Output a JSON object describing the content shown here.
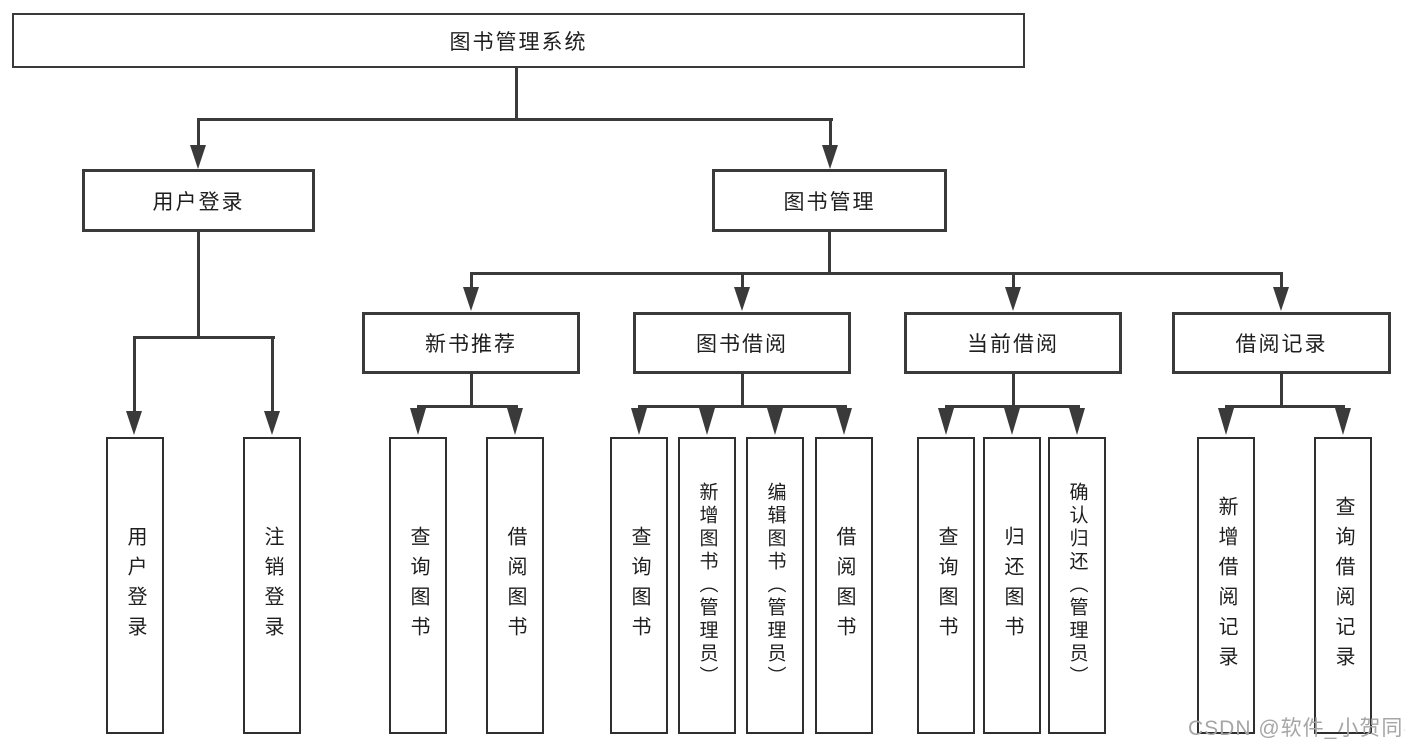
{
  "diagram": {
    "root_label": "图书管理系统",
    "level2": [
      {
        "label": "用户登录",
        "children_labels": [
          "用户登录",
          "注销登录"
        ]
      },
      {
        "label": "图书管理"
      }
    ],
    "level3": [
      {
        "label": "新书推荐",
        "children_labels": [
          "查询图书",
          "借阅图书"
        ]
      },
      {
        "label": "图书借阅",
        "children_labels": [
          "查询图书",
          "新增图书（管理员）",
          "编辑图书（管理员）",
          "借阅图书"
        ]
      },
      {
        "label": "当前借阅",
        "children_labels": [
          "查询图书",
          "归还图书",
          "确认归还（管理员）"
        ]
      },
      {
        "label": "借阅记录",
        "children_labels": [
          "新增借阅记录",
          "查询借阅记录"
        ]
      }
    ]
  },
  "watermark": "CSDN @软件_小贺同学",
  "colors": {
    "line": "#3a3a3a",
    "box_border": "#3a3a3a",
    "text": "#1e1e1e",
    "background": "#ffffff",
    "watermark": "#a6a6a6"
  }
}
